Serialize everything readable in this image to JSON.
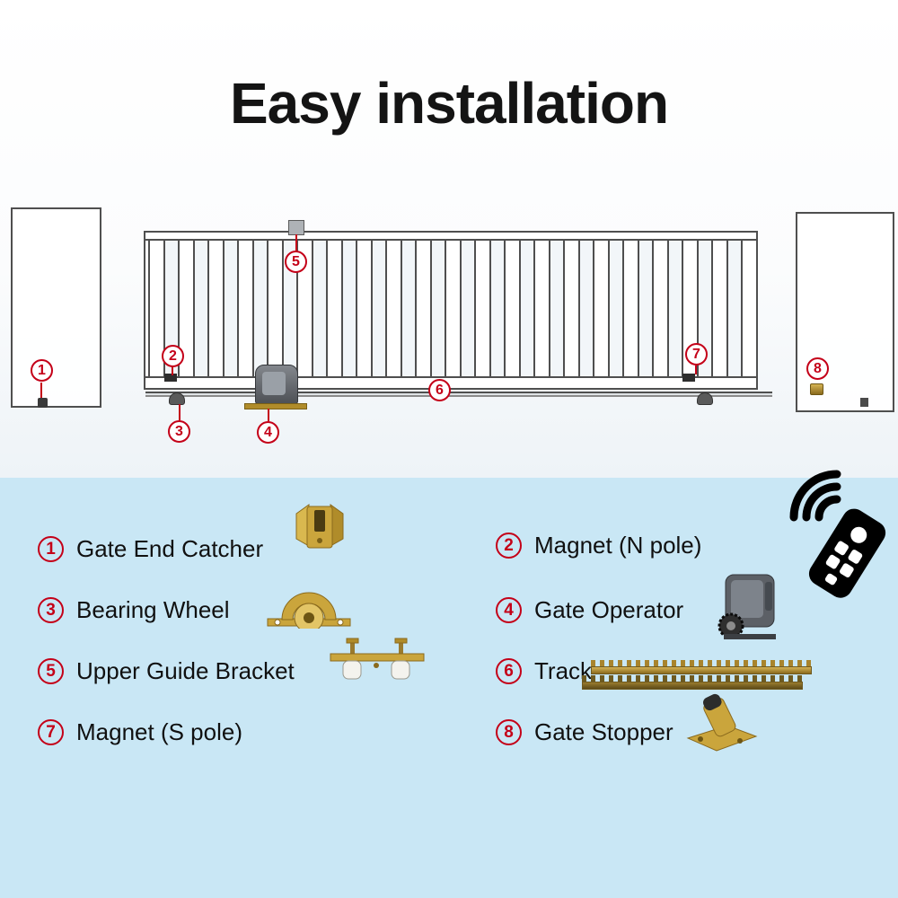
{
  "title": "Easy installation",
  "colors": {
    "accent_red": "#c40018",
    "legend_background": "#c9e7f5",
    "brass": "#caa53c",
    "diagram_line": "#4f4f4f"
  },
  "diagram": {
    "callouts": [
      {
        "num": "1"
      },
      {
        "num": "2"
      },
      {
        "num": "3"
      },
      {
        "num": "4"
      },
      {
        "num": "5"
      },
      {
        "num": "6"
      },
      {
        "num": "7"
      },
      {
        "num": "8"
      }
    ]
  },
  "legend": {
    "items": [
      {
        "num": "1",
        "label": "Gate End Catcher"
      },
      {
        "num": "2",
        "label": "Magnet (N pole)"
      },
      {
        "num": "3",
        "label": "Bearing Wheel"
      },
      {
        "num": "4",
        "label": "Gate Operator"
      },
      {
        "num": "5",
        "label": "Upper Guide Bracket"
      },
      {
        "num": "6",
        "label": "Track"
      },
      {
        "num": "7",
        "label": "Magnet (S pole)"
      },
      {
        "num": "8",
        "label": "Gate Stopper"
      }
    ]
  }
}
